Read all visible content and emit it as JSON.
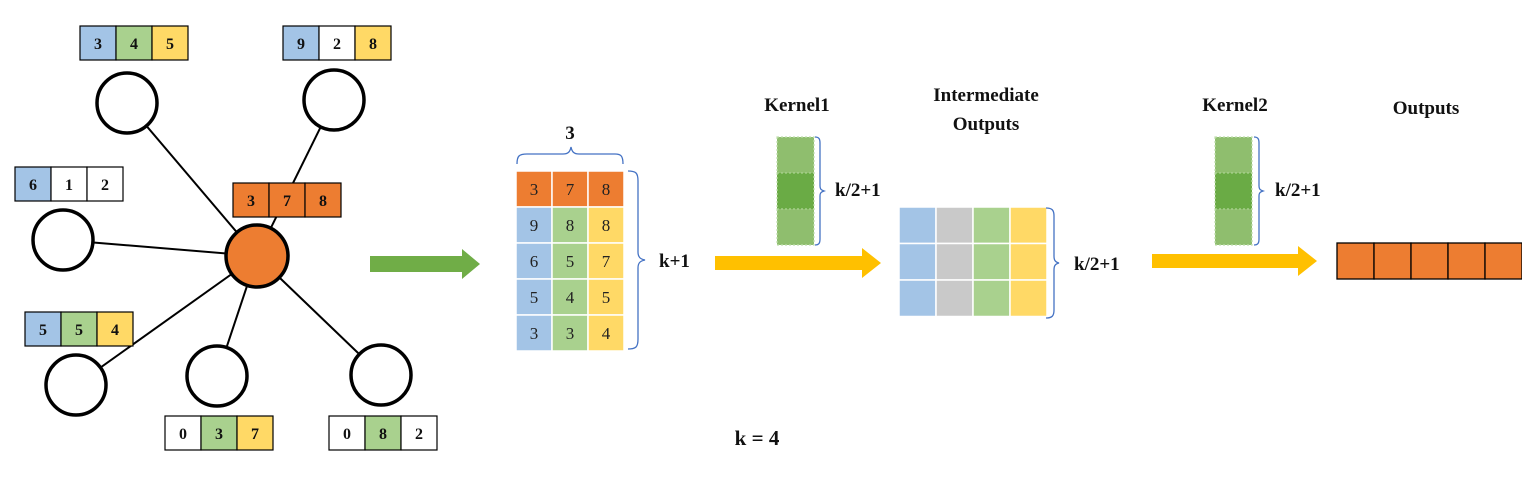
{
  "colors": {
    "blue": "#a3c4e6",
    "green": "#a9d18e",
    "yellow": "#ffd966",
    "orange": "#ed7d31",
    "gray": "#c9c9c9",
    "white": "#ffffff",
    "arrow_green": "#70ad47",
    "arrow_yellow": "#ffc000",
    "kernel_green": "#8fbe6e",
    "kernel_green_dark": "#6aab45",
    "brace": "#4472c4"
  },
  "graph": {
    "center_values": [
      "3",
      "7",
      "8"
    ],
    "neighbors": [
      {
        "values": [
          "3",
          "4",
          "5"
        ],
        "colors": [
          "blue",
          "green",
          "yellow"
        ]
      },
      {
        "values": [
          "9",
          "2",
          "8"
        ],
        "colors": [
          "blue",
          "white",
          "yellow"
        ]
      },
      {
        "values": [
          "6",
          "1",
          "2"
        ],
        "colors": [
          "blue",
          "white",
          "white"
        ]
      },
      {
        "values": [
          "5",
          "5",
          "4"
        ],
        "colors": [
          "blue",
          "green",
          "yellow"
        ]
      },
      {
        "values": [
          "0",
          "3",
          "7"
        ],
        "colors": [
          "white",
          "green",
          "yellow"
        ]
      },
      {
        "values": [
          "0",
          "8",
          "2"
        ],
        "colors": [
          "white",
          "green",
          "white"
        ]
      }
    ]
  },
  "matrix": {
    "width_label": "3",
    "height_label": "k+1",
    "rows": [
      [
        "3",
        "7",
        "8"
      ],
      [
        "9",
        "8",
        "8"
      ],
      [
        "6",
        "5",
        "7"
      ],
      [
        "5",
        "4",
        "5"
      ],
      [
        "3",
        "3",
        "4"
      ]
    ]
  },
  "kernel1": {
    "title": "Kernel1",
    "height_label": "k/2+1"
  },
  "intermediate": {
    "title_line1": "Intermediate",
    "title_line2": "Outputs",
    "height_label": "k/2+1"
  },
  "kernel2": {
    "title": "Kernel2",
    "height_label": "k/2+1"
  },
  "outputs": {
    "title": "Outputs",
    "count": 5
  },
  "k_note": "k = 4"
}
